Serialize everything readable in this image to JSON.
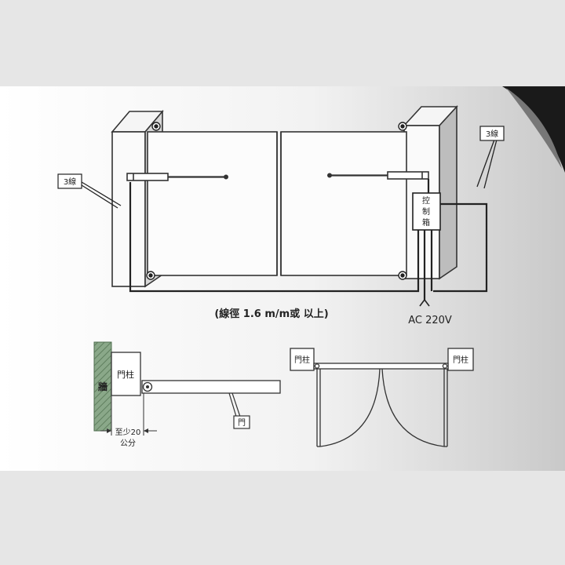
{
  "labels": {
    "wire_left": "3線",
    "wire_right": "3線",
    "control_box": [
      "控",
      "制",
      "箱"
    ],
    "wire_spec": "(線徑 1.6 m/m或 以上)",
    "power": "AC  220V",
    "side_view": {
      "wall": "牆",
      "gate_post": "門柱",
      "gate": "門",
      "min_distance": [
        "至少20",
        "公分"
      ]
    },
    "top_view": {
      "post_left": "門柱",
      "post_right": "門柱"
    }
  }
}
